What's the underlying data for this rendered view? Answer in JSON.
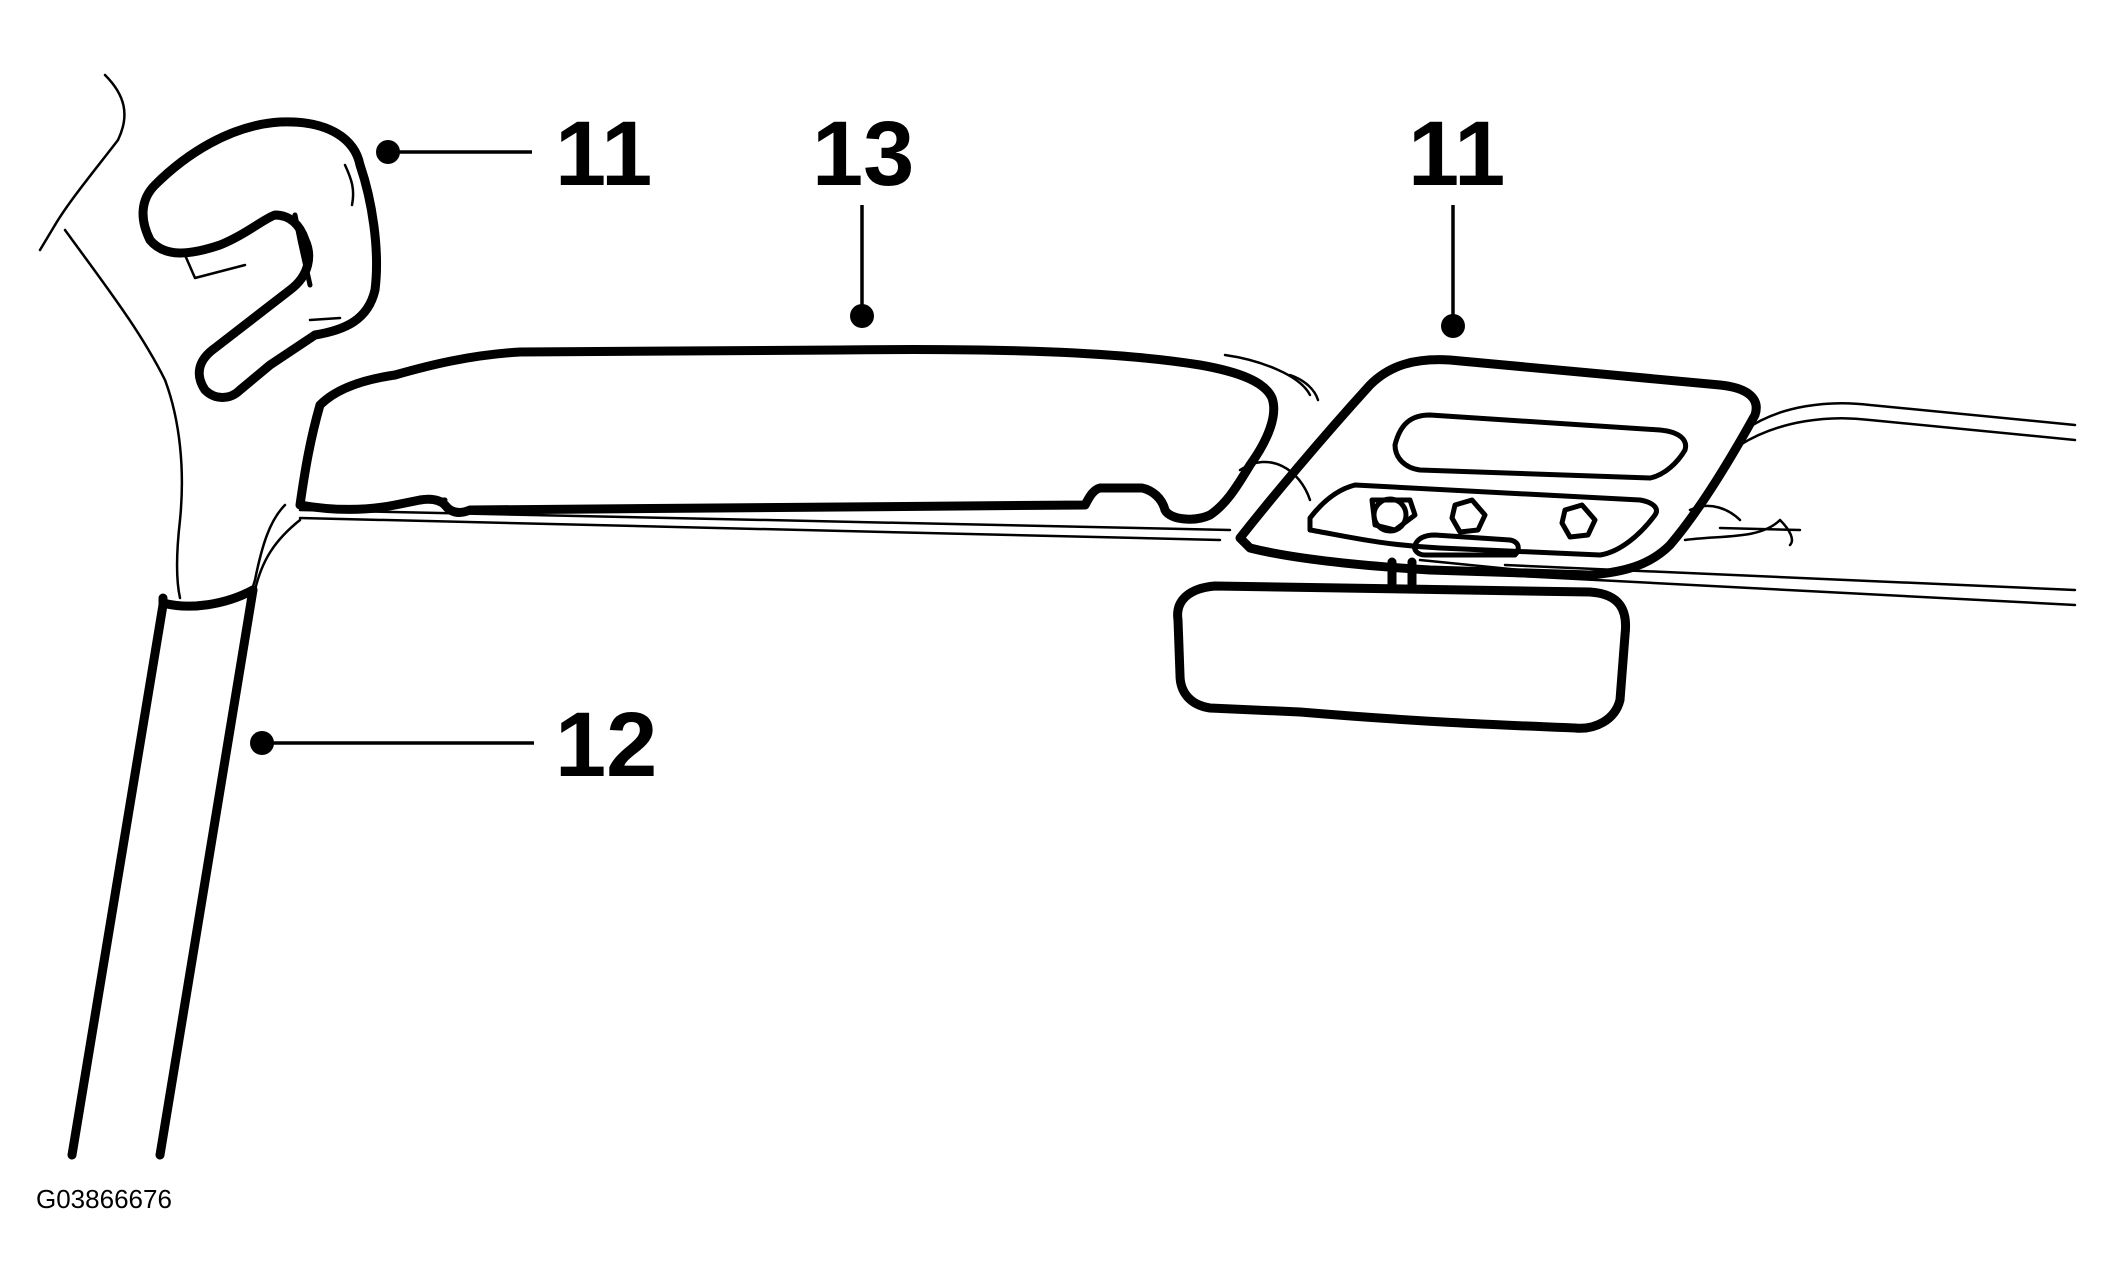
{
  "callouts": {
    "grab_handle_left": "11",
    "sun_visor": "13",
    "dome_light": "11",
    "a_pillar_trim": "12"
  },
  "figure_id": "G03866676"
}
